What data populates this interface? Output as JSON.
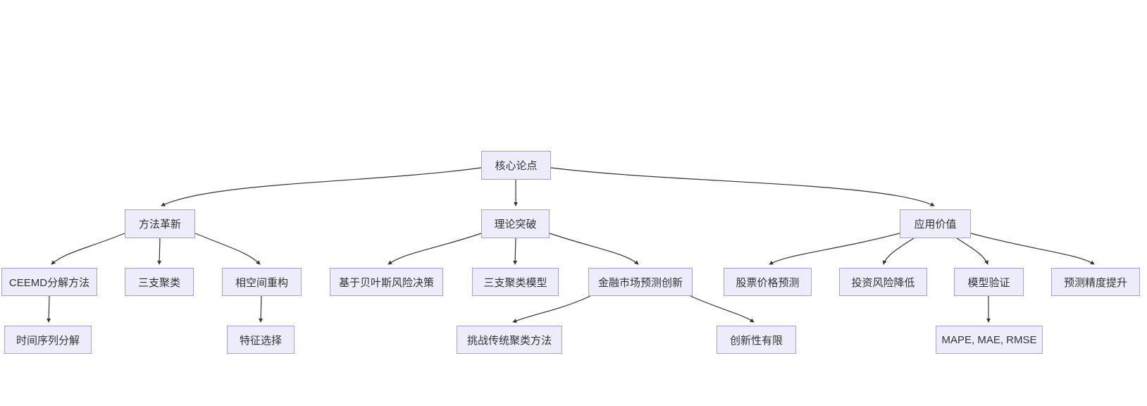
{
  "diagram": {
    "type": "flowchart",
    "direction": "top-down",
    "colors": {
      "background": "#FFFFFF",
      "node_fill": "#ECECFB",
      "node_border": "#A79FDB",
      "edge_stroke": "#333333",
      "text": "#333333"
    },
    "nodes": {
      "core": {
        "label": "核心论点"
      },
      "method": {
        "label": "方法革新"
      },
      "theory": {
        "label": "理论突破"
      },
      "apply": {
        "label": "应用价值"
      },
      "ceemd": {
        "label": "CEEMD分解方法"
      },
      "threeway": {
        "label": "三支聚类"
      },
      "phase": {
        "label": "相空间重构"
      },
      "bayes": {
        "label": "基于贝叶斯风险决策"
      },
      "twcmodel": {
        "label": "三支聚类模型"
      },
      "finance": {
        "label": "金融市场预测创新"
      },
      "stock": {
        "label": "股票价格预测"
      },
      "risk": {
        "label": "投资风险降低"
      },
      "validate": {
        "label": "模型验证"
      },
      "accuracy": {
        "label": "预测精度提升"
      },
      "tsdecomp": {
        "label": "时间序列分解"
      },
      "feature": {
        "label": "特征选择"
      },
      "challenge": {
        "label": "挑战传统聚类方法"
      },
      "limited": {
        "label": "创新性有限"
      },
      "metrics": {
        "label": "MAPE, MAE, RMSE"
      }
    },
    "edges": [
      {
        "from": "core",
        "to": "method"
      },
      {
        "from": "core",
        "to": "theory"
      },
      {
        "from": "core",
        "to": "apply"
      },
      {
        "from": "method",
        "to": "ceemd"
      },
      {
        "from": "method",
        "to": "threeway"
      },
      {
        "from": "method",
        "to": "phase"
      },
      {
        "from": "theory",
        "to": "bayes"
      },
      {
        "from": "theory",
        "to": "twcmodel"
      },
      {
        "from": "theory",
        "to": "finance"
      },
      {
        "from": "apply",
        "to": "stock"
      },
      {
        "from": "apply",
        "to": "risk"
      },
      {
        "from": "apply",
        "to": "validate"
      },
      {
        "from": "apply",
        "to": "accuracy"
      },
      {
        "from": "ceemd",
        "to": "tsdecomp"
      },
      {
        "from": "phase",
        "to": "feature"
      },
      {
        "from": "finance",
        "to": "challenge"
      },
      {
        "from": "finance",
        "to": "limited"
      },
      {
        "from": "validate",
        "to": "metrics"
      }
    ]
  }
}
